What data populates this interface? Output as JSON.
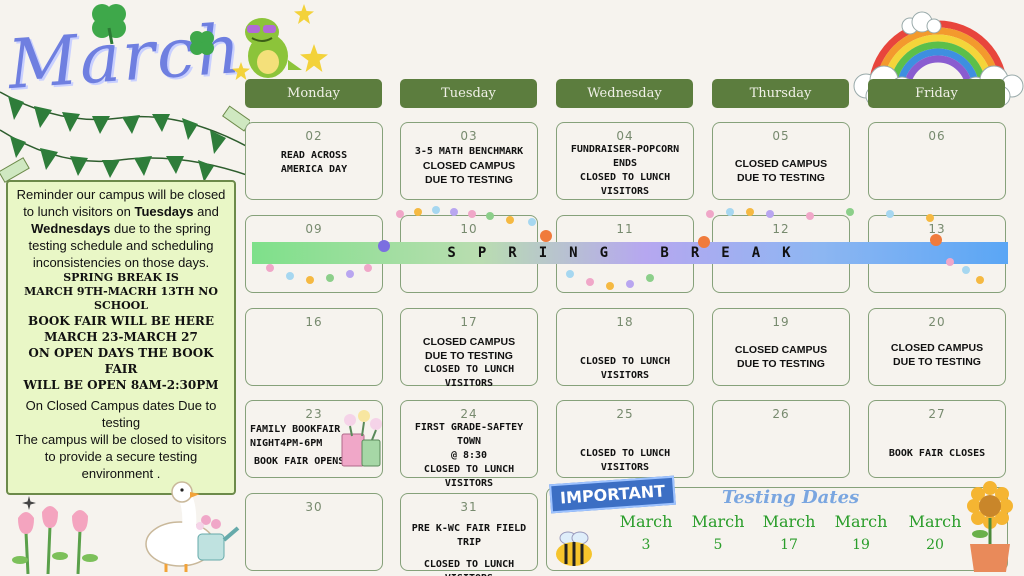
{
  "title": "March",
  "days": [
    "Monday",
    "Tuesday",
    "Wednesday",
    "Thursday",
    "Friday"
  ],
  "note": {
    "line1": "Reminder our campus will be closed to lunch visitors on",
    "tue": "Tuesdays",
    "and": " and ",
    "wed": "Wednesdays",
    "line2": " due to the spring testing schedule and scheduling inconsistencies on those days.",
    "spring1": "SPRING BREAK IS",
    "spring2": "MARCH 9TH-MACRH 13TH NO SCHOOL",
    "fair1": "BOOK FAIR WILL BE HERE",
    "fair2": "MARCH 23-MARCH 27",
    "fair3": "ON OPEN DAYS THE BOOK FAIR",
    "fair4": "WILL BE OPEN 8AM-2:30PM",
    "closed1": "On Closed Campus dates Due to testing",
    "closed2": "The campus will be closed to visitors to provide a secure testing environment ."
  },
  "weeks": [
    {
      "02": [
        "READ ACROSS",
        "AMERICA DAY"
      ],
      "03": [
        "3-5 MATH BENCHMARK",
        "CLOSED CAMPUS",
        "DUE TO TESTING"
      ],
      "04": [
        "FUNDRAISER-POPCORN",
        "ENDS",
        "CLOSED TO LUNCH VISITORS"
      ],
      "05": [
        "CLOSED CAMPUS",
        "DUE TO TESTING"
      ],
      "06": []
    }
  ],
  "cells": {
    "c02": {
      "num": "02",
      "ev1": "READ ACROSS",
      "ev2": "AMERICA DAY"
    },
    "c03": {
      "num": "03",
      "ev1": "3-5 MATH BENCHMARK",
      "ev2": "CLOSED CAMPUS",
      "ev3": "DUE TO TESTING"
    },
    "c04": {
      "num": "04",
      "ev1": "FUNDRAISER-POPCORN",
      "ev2": "ENDS",
      "ev3": "CLOSED TO LUNCH VISITORS"
    },
    "c05": {
      "num": "05",
      "ev1": "CLOSED CAMPUS",
      "ev2": "DUE TO TESTING"
    },
    "c06": {
      "num": "06"
    },
    "c09": {
      "num": "09"
    },
    "c10": {
      "num": "10"
    },
    "c11": {
      "num": "11"
    },
    "c12": {
      "num": "12"
    },
    "c13": {
      "num": "13"
    },
    "c16": {
      "num": "16"
    },
    "c17": {
      "num": "17",
      "ev1": "CLOSED CAMPUS",
      "ev2": "DUE TO TESTING",
      "ev3": "CLOSED TO LUNCH VISITORS"
    },
    "c18": {
      "num": "18",
      "ev1": "CLOSED TO LUNCH VISITORS"
    },
    "c19": {
      "num": "19",
      "ev1": "CLOSED CAMPUS",
      "ev2": "DUE TO TESTING"
    },
    "c20": {
      "num": "20",
      "ev1": "CLOSED CAMPUS",
      "ev2": "DUE TO TESTING"
    },
    "c23": {
      "num": "23",
      "ev1": "FAMILY BOOKFAIR",
      "ev2": "NIGHT4PM-6PM",
      "ev3": "BOOK FAIR OPENS"
    },
    "c24": {
      "num": "24",
      "ev1": "FIRST GRADE-SAFTEY TOWN",
      "ev2": "@ 8:30",
      "ev3": "CLOSED TO LUNCH VISITORS"
    },
    "c25": {
      "num": "25",
      "ev1": "CLOSED TO LUNCH VISITORS"
    },
    "c26": {
      "num": "26"
    },
    "c27": {
      "num": "27",
      "ev1": "BOOK FAIR CLOSES"
    },
    "c30": {
      "num": "30"
    },
    "c31": {
      "num": "31",
      "ev1": "PRE K-WC FAIR FIELD TRIP",
      "ev2": "CLOSED TO LUNCH VISITORS"
    }
  },
  "spring_break": "SPRING BREAK",
  "important": {
    "badge": "IMPORTANT",
    "title": "Testing Dates",
    "dates": [
      {
        "month": "March",
        "day": "3"
      },
      {
        "month": "March",
        "day": "5"
      },
      {
        "month": "March",
        "day": "17"
      },
      {
        "month": "March",
        "day": "19"
      },
      {
        "month": "March",
        "day": "20"
      }
    ]
  },
  "colors": {
    "header": "#5c7d3e",
    "title": "#6f7fe0",
    "note_bg": "#e9f7c6",
    "testing_green": "#2a9d2a",
    "badge": "#3c6fc4"
  }
}
